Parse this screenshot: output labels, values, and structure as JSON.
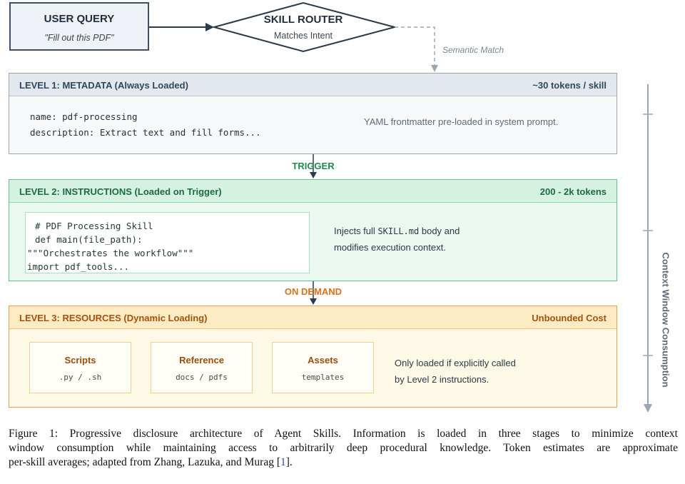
{
  "user_query": {
    "title": "USER QUERY",
    "example": "\"Fill out this PDF\""
  },
  "router": {
    "title": "SKILL ROUTER",
    "subtitle": "Matches Intent",
    "edge_label": "Semantic Match"
  },
  "level1": {
    "title": "LEVEL 1: METADATA (Always Loaded)",
    "cost": "~30 tokens / skill",
    "yaml_lines": [
      "name: pdf-processing",
      "description: Extract text and fill forms..."
    ],
    "note": "YAML frontmatter pre-loaded in system prompt."
  },
  "trigger_label": "TRIGGER",
  "level2": {
    "title": "LEVEL 2: INSTRUCTIONS (Loaded on Trigger)",
    "cost": "200 - 2k tokens",
    "code_lines": [
      "# PDF Processing Skill",
      "def main(file_path):",
      "\"\"\"Orchestrates the workflow\"\"\"",
      "import pdf_tools..."
    ],
    "note_prefix": "Injects full",
    "note_code": "SKILL.md",
    "note_suffix": "body and",
    "note_line2": "modifies execution context."
  },
  "on_demand_label": "ON DEMAND",
  "level3": {
    "title": "LEVEL 3: RESOURCES (Dynamic Loading)",
    "cost": "Unbounded Cost",
    "resources": [
      {
        "title": "Scripts",
        "detail": ".py / .sh"
      },
      {
        "title": "Reference",
        "detail": "docs / pdfs"
      },
      {
        "title": "Assets",
        "detail": "templates"
      }
    ],
    "note_line1": "Only loaded if explicitly called",
    "note_line2": "by Level 2 instructions."
  },
  "axis_label": "Context Window Consumption",
  "caption": {
    "line1": "Figure 1: Progressive disclosure architecture of Agent Skills. Information is loaded in three stages to minimize context",
    "line2": "window consumption while maintaining access to arbitrarily deep procedural knowledge. Token estimates are approximate",
    "line3_prefix": "per-skill averages; adapted from Zhang, Lazuka, and Murag [",
    "line3_ref": "1",
    "line3_suffix": "]."
  },
  "colors": {
    "slate": "#3b5168",
    "green": "#1f6b3f",
    "orange": "#a5520f",
    "trigger_text": "#1f8a4c",
    "on_demand_text": "#d6731c"
  }
}
